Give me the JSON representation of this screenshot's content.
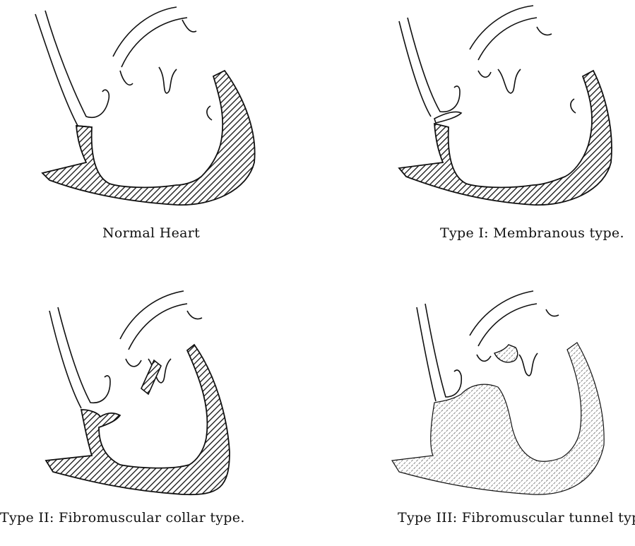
{
  "figure": {
    "panels": [
      {
        "id": "normal",
        "caption": "Normal Heart"
      },
      {
        "id": "type-1",
        "caption": "Type I: Membranous type."
      },
      {
        "id": "type-2",
        "caption": "Type II: Fibromuscular collar type."
      },
      {
        "id": "type-3",
        "caption": "Type III: Fibromuscular tunnel type."
      }
    ],
    "colors": {
      "ink": "#111111",
      "paper": "#ffffff"
    }
  }
}
